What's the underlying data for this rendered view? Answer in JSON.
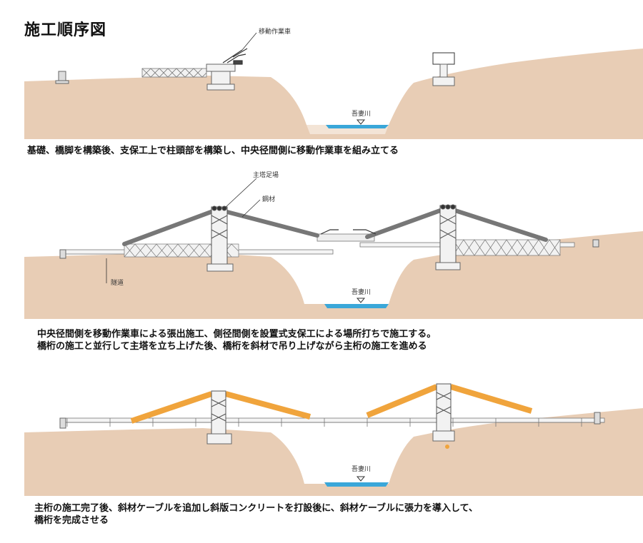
{
  "title": "施工順序図",
  "stages": [
    {
      "labels": {
        "traveler": "移動作業車",
        "river": "吾妻川"
      },
      "caption": [
        "基礎、橋脚を構築後、支保工上で柱頭部を構築し、中央径間側に移動作業車を組み立てる"
      ]
    },
    {
      "labels": {
        "tower_scaffold": "主塔足場",
        "steel": "鋼材",
        "tunnel": "隧道",
        "river": "吾妻川"
      },
      "caption": [
        "中央径間側を移動作業車による張出施工、側径間側を設置式支保工による場所打ちで施工する。",
        "橋桁の施工と並行して主塔を立ち上げた後、橋桁を斜材で吊り上げながら主桁の施工を進める"
      ]
    },
    {
      "labels": {
        "river": "吾妻川"
      },
      "caption": [
        "主桁の施工完了後、斜材ケーブルを追加し斜版コンクリートを打設後に、斜材ケーブルに張力を導入して、",
        "橋桁を完成させる"
      ]
    }
  ],
  "colors": {
    "ground": "#e8cdb5",
    "water": "#3aa7d9",
    "stay": "#f0a43c",
    "stay_dark": "#777777"
  }
}
